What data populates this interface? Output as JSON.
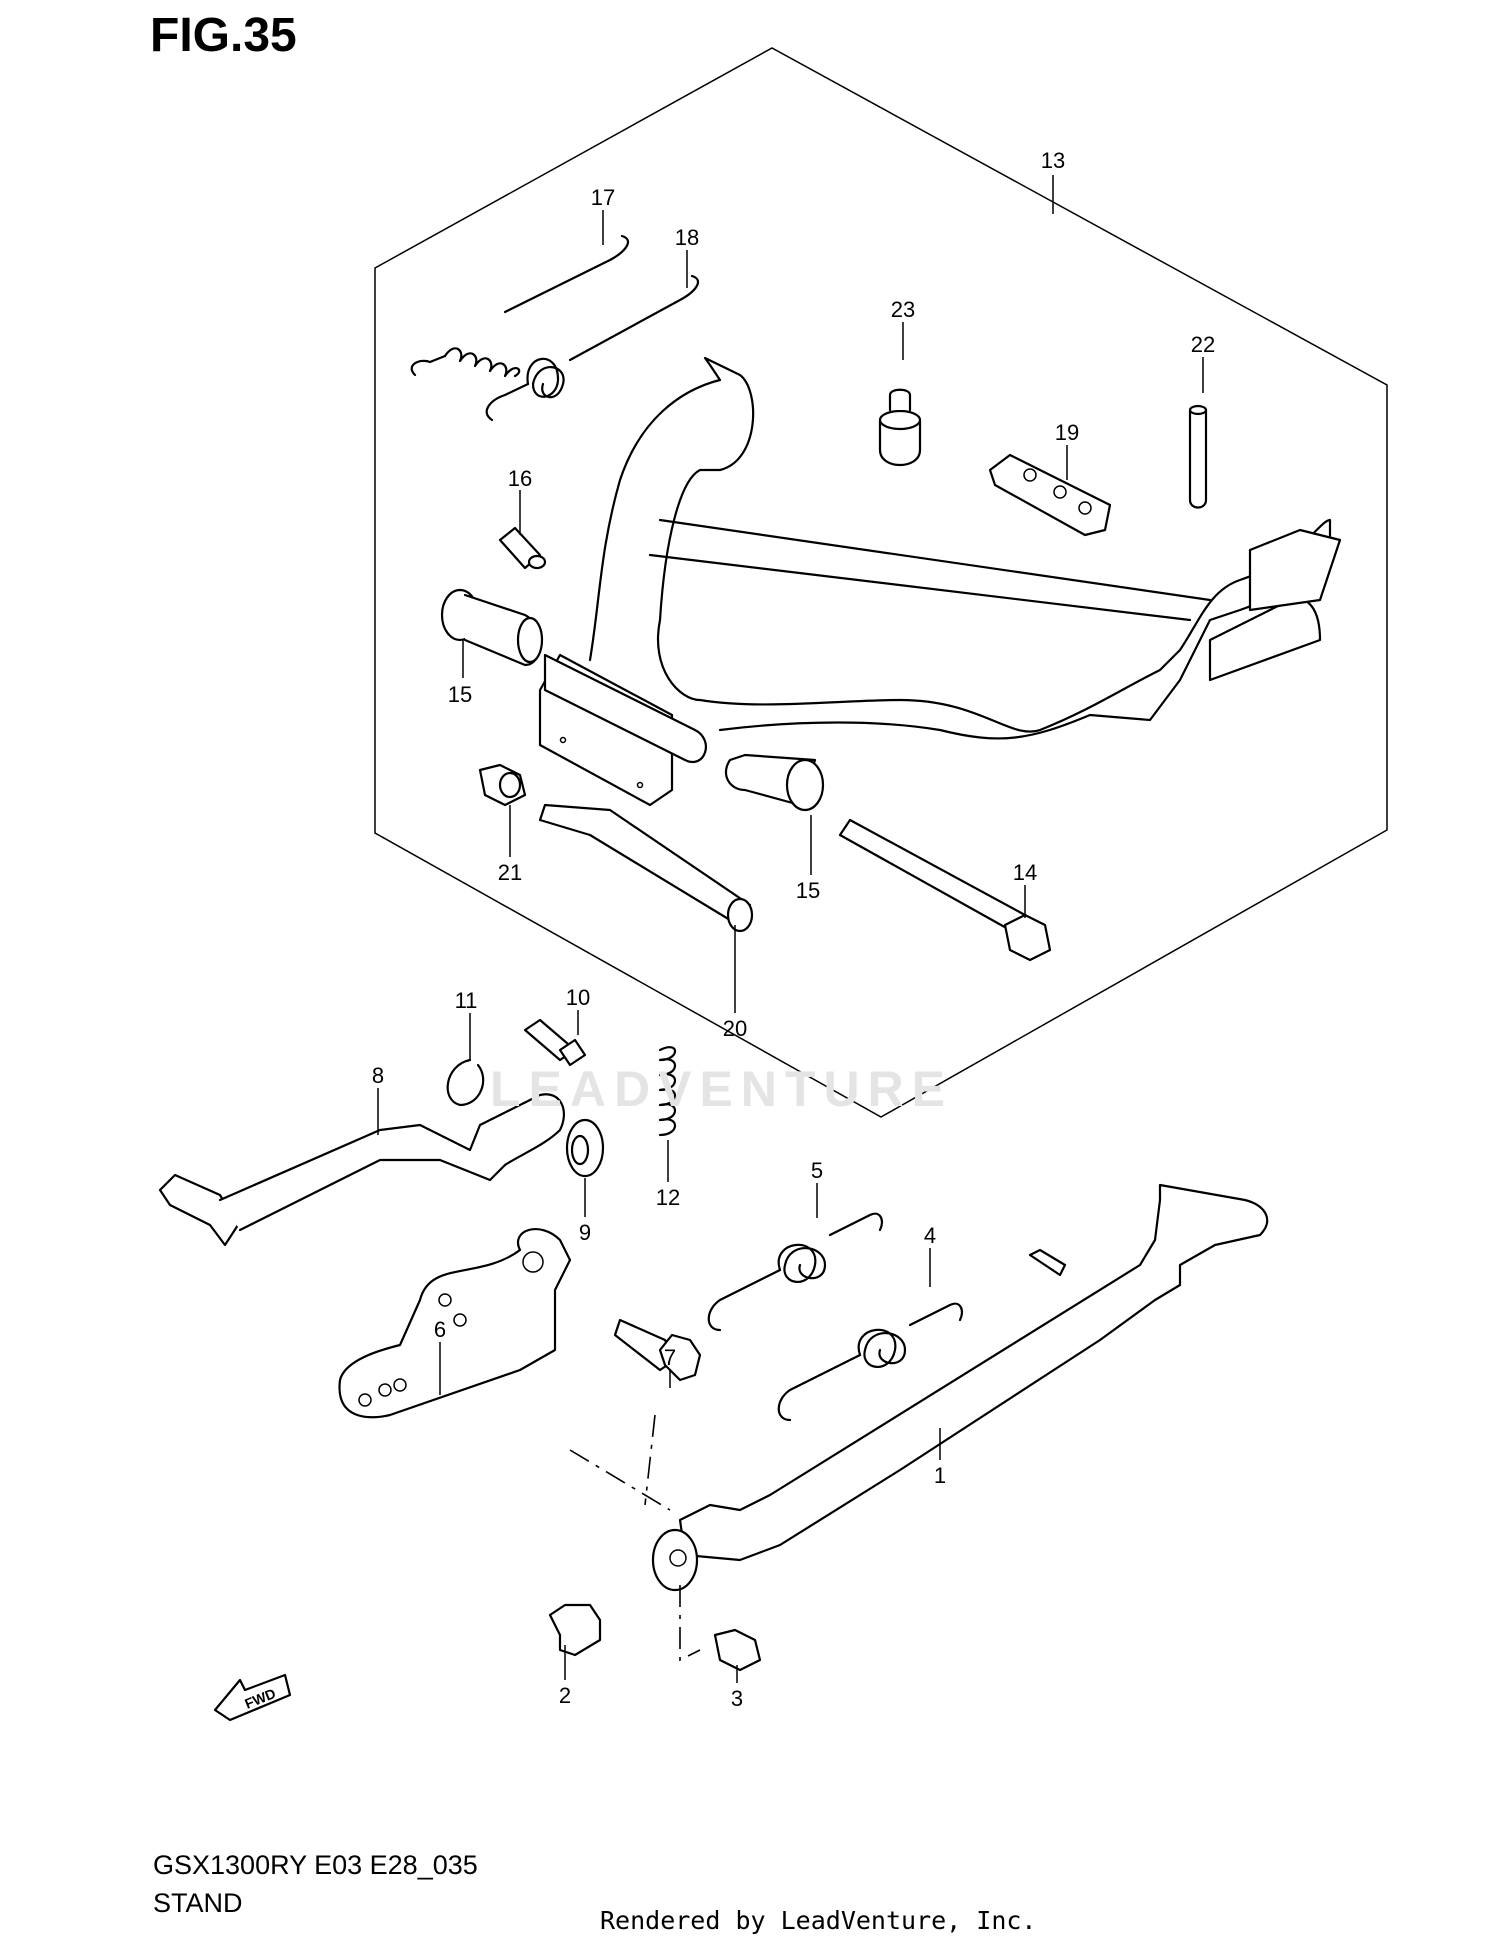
{
  "figure": {
    "title": "FIG.35",
    "model_code": "GSX1300RY E03 E28_035",
    "section_name": "STAND",
    "credit": "Rendered by LeadVenture, Inc.",
    "watermark": "LEADVENTURE"
  },
  "callouts": [
    {
      "id": "13",
      "label": "13"
    },
    {
      "id": "17",
      "label": "17"
    },
    {
      "id": "18",
      "label": "18"
    },
    {
      "id": "23",
      "label": "23"
    },
    {
      "id": "22",
      "label": "22"
    },
    {
      "id": "19",
      "label": "19"
    },
    {
      "id": "16",
      "label": "16"
    },
    {
      "id": "15a",
      "label": "15"
    },
    {
      "id": "15b",
      "label": "15"
    },
    {
      "id": "21",
      "label": "21"
    },
    {
      "id": "14",
      "label": "14"
    },
    {
      "id": "20",
      "label": "20"
    },
    {
      "id": "11",
      "label": "11"
    },
    {
      "id": "10",
      "label": "10"
    },
    {
      "id": "8",
      "label": "8"
    },
    {
      "id": "12",
      "label": "12"
    },
    {
      "id": "9",
      "label": "9"
    },
    {
      "id": "5",
      "label": "5"
    },
    {
      "id": "4",
      "label": "4"
    },
    {
      "id": "6",
      "label": "6"
    },
    {
      "id": "7",
      "label": "7"
    },
    {
      "id": "1",
      "label": "1"
    },
    {
      "id": "2",
      "label": "2"
    },
    {
      "id": "3",
      "label": "3"
    }
  ],
  "fwd_arrow": {
    "label": "FWD"
  }
}
